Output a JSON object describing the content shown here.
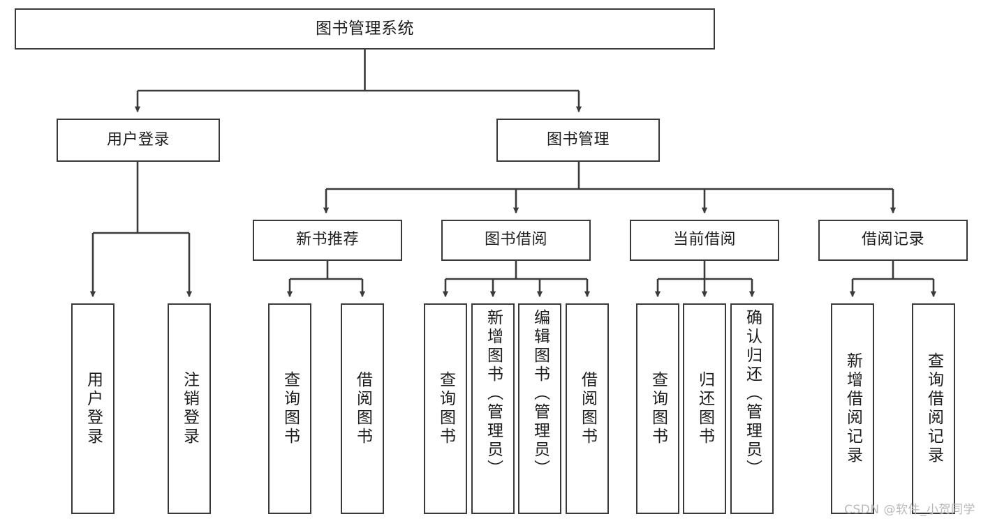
{
  "diagram": {
    "title": "图书管理系统",
    "type": "tree",
    "watermark": "CSDN @软件_小贺同学",
    "colors": {
      "box_border": "#3a3a3a",
      "box_fill": "#ffffff",
      "edge": "#3a3a3a",
      "text": "#1d1d1d",
      "watermark": "#b9b9b9"
    },
    "nodes": {
      "root": {
        "label": "图书管理系统"
      },
      "level2": [
        {
          "id": "user-login",
          "label": "用户登录"
        },
        {
          "id": "book-manage",
          "label": "图书管理"
        }
      ],
      "level3": [
        {
          "id": "new-book-recommend",
          "label": "新书推荐"
        },
        {
          "id": "book-borrow",
          "label": "图书借阅"
        },
        {
          "id": "current-borrow",
          "label": "当前借阅"
        },
        {
          "id": "borrow-record",
          "label": "借阅记录"
        }
      ],
      "leaves": {
        "user_login": [
          {
            "id": "leaf-user-login",
            "label": "用户登录"
          },
          {
            "id": "leaf-logout-login",
            "label": "注销登录"
          }
        ],
        "new_book_recommend": [
          {
            "id": "leaf-query-book-1",
            "label": "查询图书"
          },
          {
            "id": "leaf-borrow-book-1",
            "label": "借阅图书"
          }
        ],
        "book_borrow": [
          {
            "id": "leaf-query-book-2",
            "label": "查询图书"
          },
          {
            "id": "leaf-add-book-admin",
            "label": "新增图书（管理员）"
          },
          {
            "id": "leaf-edit-book-admin",
            "label": "编辑图书（管理员）"
          },
          {
            "id": "leaf-borrow-book-2",
            "label": "借阅图书"
          }
        ],
        "current_borrow": [
          {
            "id": "leaf-query-book-3",
            "label": "查询图书"
          },
          {
            "id": "leaf-return-book",
            "label": "归还图书"
          },
          {
            "id": "leaf-confirm-return-admin",
            "label": "确认归还（管理员）"
          }
        ],
        "borrow_record": [
          {
            "id": "leaf-add-borrow-record",
            "label": "新增借阅记录"
          },
          {
            "id": "leaf-query-borrow-record",
            "label": "查询借阅记录"
          }
        ]
      }
    }
  }
}
